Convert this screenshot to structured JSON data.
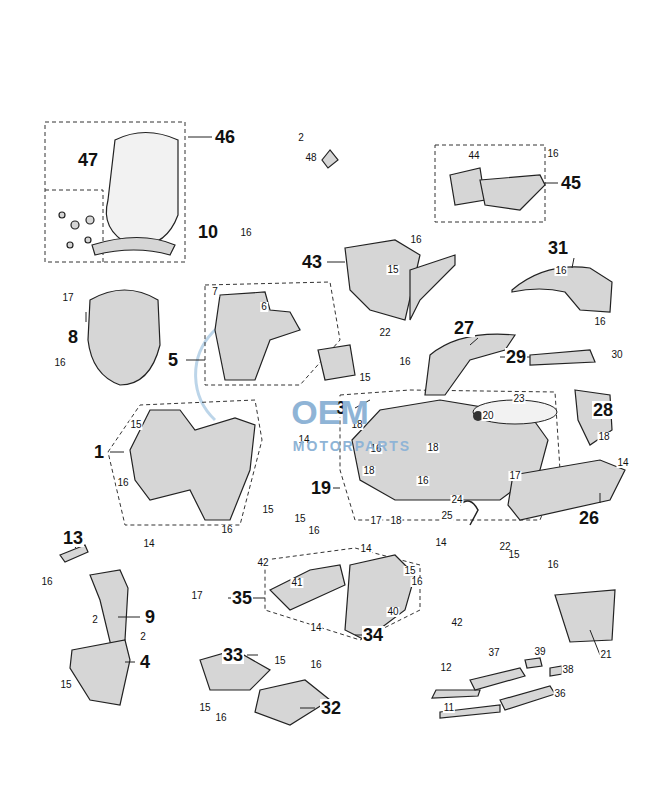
{
  "diagram": {
    "labels": [
      "46",
      "47",
      "2",
      "48",
      "44",
      "16",
      "45",
      "10",
      "16",
      "16",
      "31",
      "43",
      "16",
      "15",
      "7",
      "6",
      "17",
      "16",
      "22",
      "27",
      "8",
      "16",
      "5",
      "29",
      "30",
      "16",
      "15",
      "23",
      "3",
      "28",
      "20",
      "18",
      "15",
      "14",
      "18",
      "16",
      "18",
      "1",
      "14",
      "18",
      "17",
      "16",
      "16",
      "19",
      "24",
      "15",
      "25",
      "26",
      "15",
      "17",
      "18",
      "16",
      "16",
      "13",
      "14",
      "14",
      "22",
      "14",
      "15",
      "16",
      "42",
      "15",
      "16",
      "16",
      "41",
      "17",
      "35",
      "40",
      "9",
      "2",
      "42",
      "14",
      "34",
      "2",
      "37",
      "39",
      "21",
      "33",
      "4",
      "15",
      "16",
      "12",
      "38",
      "15",
      "36",
      "32",
      "15",
      "11",
      "16",
      "OEM",
      "MOTORPARTS"
    ]
  }
}
